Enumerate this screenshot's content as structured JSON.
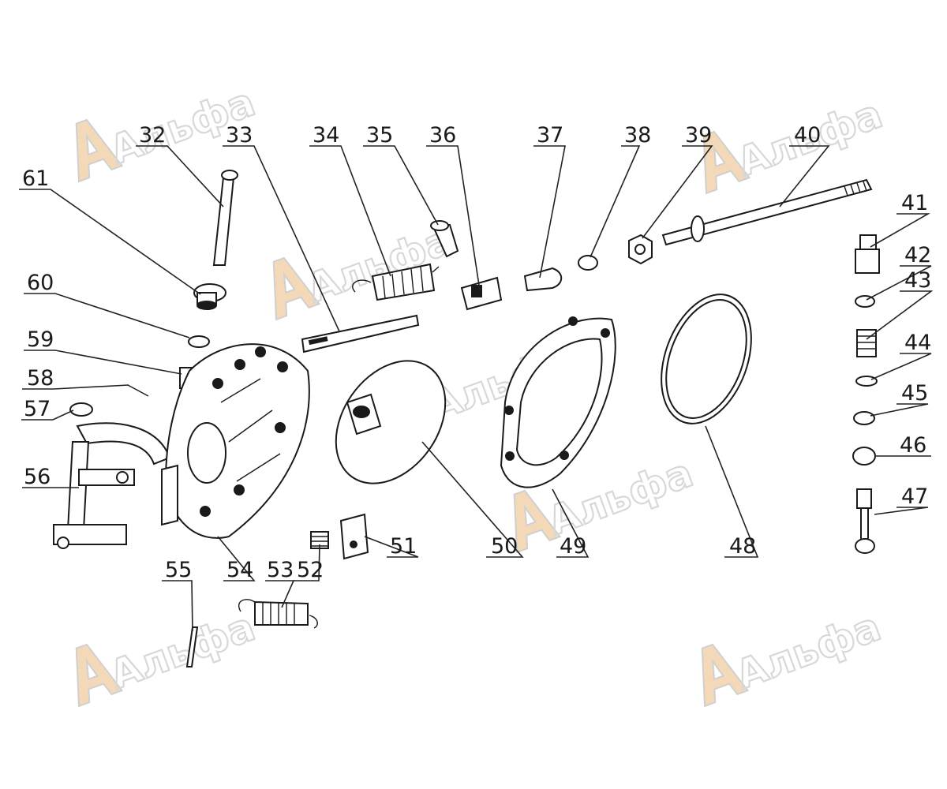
{
  "watermark": {
    "text": "Альфа"
  },
  "part_labels": [
    "32",
    "33",
    "34",
    "35",
    "36",
    "37",
    "38",
    "39",
    "40",
    "41",
    "42",
    "43",
    "44",
    "45",
    "46",
    "47",
    "48",
    "49",
    "50",
    "51",
    "52",
    "53",
    "54",
    "55",
    "56",
    "57",
    "58",
    "59",
    "60",
    "61"
  ]
}
